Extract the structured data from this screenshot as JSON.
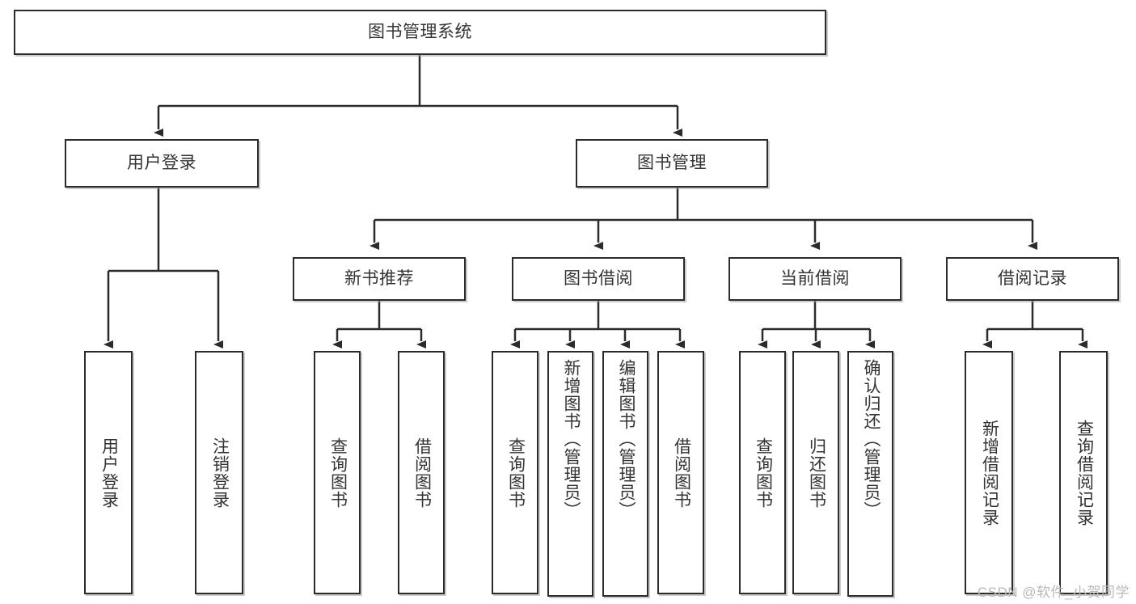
{
  "diagram": {
    "title": "图书管理系统",
    "type": "hierarchy-tree",
    "watermark": "CSDN @软件_小贺同学",
    "colors": {
      "box_border": "#2b2b2b",
      "box_fill": "#ffffff",
      "text": "#333333",
      "line": "#2b2b2b",
      "watermark": "#b9b9b9",
      "background": "#ffffff"
    },
    "root": {
      "id": "root",
      "label": "图书管理系统",
      "orientation": "horizontal"
    },
    "level2": [
      {
        "id": "user-login",
        "label": "用户登录",
        "orientation": "horizontal"
      },
      {
        "id": "book-manage",
        "label": "图书管理",
        "orientation": "horizontal"
      }
    ],
    "level3": [
      {
        "id": "new-book-rec",
        "label": "新书推荐",
        "orientation": "horizontal",
        "parent": "book-manage"
      },
      {
        "id": "book-borrow",
        "label": "图书借阅",
        "orientation": "horizontal",
        "parent": "book-manage"
      },
      {
        "id": "current-borrow",
        "label": "当前借阅",
        "orientation": "horizontal",
        "parent": "book-manage"
      },
      {
        "id": "borrow-record",
        "label": "借阅记录",
        "orientation": "horizontal",
        "parent": "book-manage"
      }
    ],
    "leaves": [
      {
        "id": "leaf-user-login",
        "label": "用户登录",
        "orientation": "vertical",
        "parent": "user-login"
      },
      {
        "id": "leaf-user-logout",
        "label": "注销登录",
        "orientation": "vertical",
        "parent": "user-login"
      },
      {
        "id": "leaf-rec-query",
        "label": "查询图书",
        "orientation": "vertical",
        "parent": "new-book-rec"
      },
      {
        "id": "leaf-rec-borrow",
        "label": "借阅图书",
        "orientation": "vertical",
        "parent": "new-book-rec"
      },
      {
        "id": "leaf-borrow-query",
        "label": "查询图书",
        "orientation": "vertical",
        "parent": "book-borrow"
      },
      {
        "id": "leaf-borrow-add",
        "label": "新增图书（管理员）",
        "orientation": "vertical",
        "parent": "book-borrow"
      },
      {
        "id": "leaf-borrow-edit",
        "label": "编辑图书（管理员）",
        "orientation": "vertical",
        "parent": "book-borrow"
      },
      {
        "id": "leaf-borrow-lend",
        "label": "借阅图书",
        "orientation": "vertical",
        "parent": "book-borrow"
      },
      {
        "id": "leaf-current-query",
        "label": "查询图书",
        "orientation": "vertical",
        "parent": "current-borrow"
      },
      {
        "id": "leaf-current-return",
        "label": "归还图书",
        "orientation": "vertical",
        "parent": "current-borrow"
      },
      {
        "id": "leaf-current-confirm",
        "label": "确认归还（管理员）",
        "orientation": "vertical",
        "parent": "current-borrow"
      },
      {
        "id": "leaf-record-add",
        "label": "新增借阅记录",
        "orientation": "vertical",
        "parent": "borrow-record"
      },
      {
        "id": "leaf-record-query",
        "label": "查询借阅记录",
        "orientation": "vertical",
        "parent": "borrow-record"
      }
    ]
  }
}
